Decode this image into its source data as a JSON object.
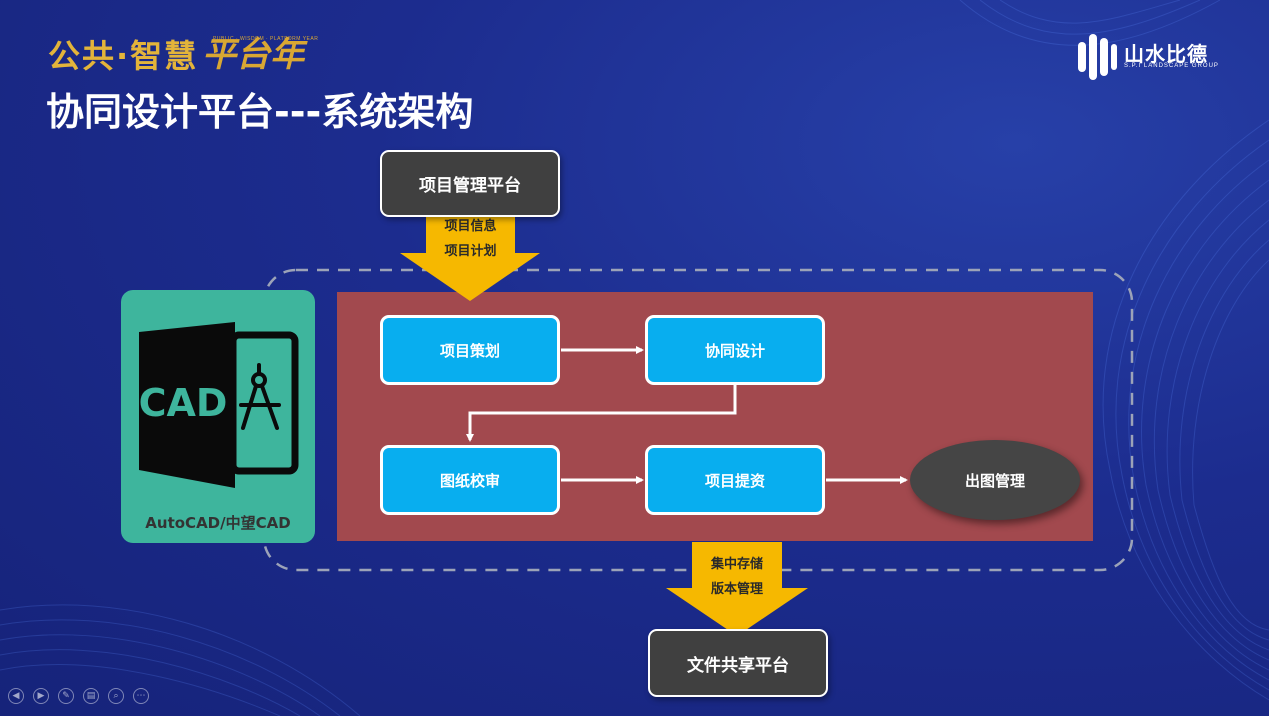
{
  "header": {
    "brand_main": "公共·智慧",
    "brand_script": "平台年",
    "brand_sub": "PUBLIC · WISDOM · PLATFORM YEAR",
    "title": "协同设计平台---系统架构"
  },
  "logo": {
    "name": "山水比德",
    "sub": "S.P.I LANDSCAPE GROUP"
  },
  "diagram": {
    "top_node": "项目管理平台",
    "top_arrow_lines": [
      "项目信息",
      "项目计划"
    ],
    "cad_text": "CAD",
    "cad_label": "AutoCAD/中望CAD",
    "process_nodes": [
      "项目策划",
      "协同设计",
      "图纸校审",
      "项目提资"
    ],
    "output_node": "出图管理",
    "bottom_arrow_lines": [
      "集中存储",
      "版本管理"
    ],
    "bottom_node": "文件共享平台",
    "colors": {
      "panel_red": "#a2494e",
      "node_blue": "#08aeef",
      "cad_green": "#3eb59d",
      "arrow_yellow": "#f6b800",
      "dark_node": "#404040"
    }
  },
  "controls": {
    "icons": [
      "prev-icon",
      "next-icon",
      "pen-icon",
      "slides-icon",
      "zoom-icon",
      "more-icon"
    ],
    "glyphs": [
      "◀",
      "▶",
      "✎",
      "▤",
      "⌕",
      "⋯"
    ]
  }
}
